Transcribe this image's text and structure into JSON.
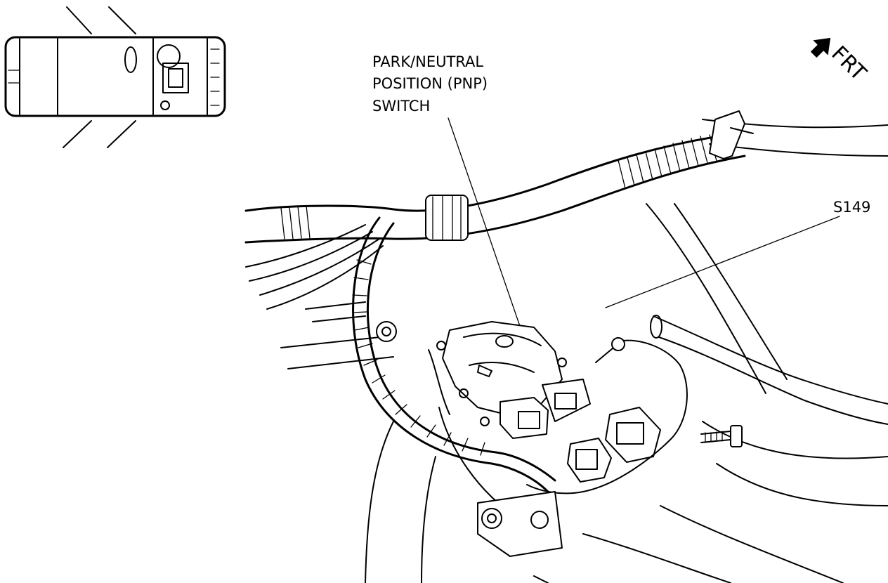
{
  "labels": {
    "pnp_line1": "PARK/NEUTRAL",
    "pnp_line2": "POSITION (PNP)",
    "pnp_line3": "SWITCH",
    "splice": "S149",
    "front": "FRT"
  }
}
